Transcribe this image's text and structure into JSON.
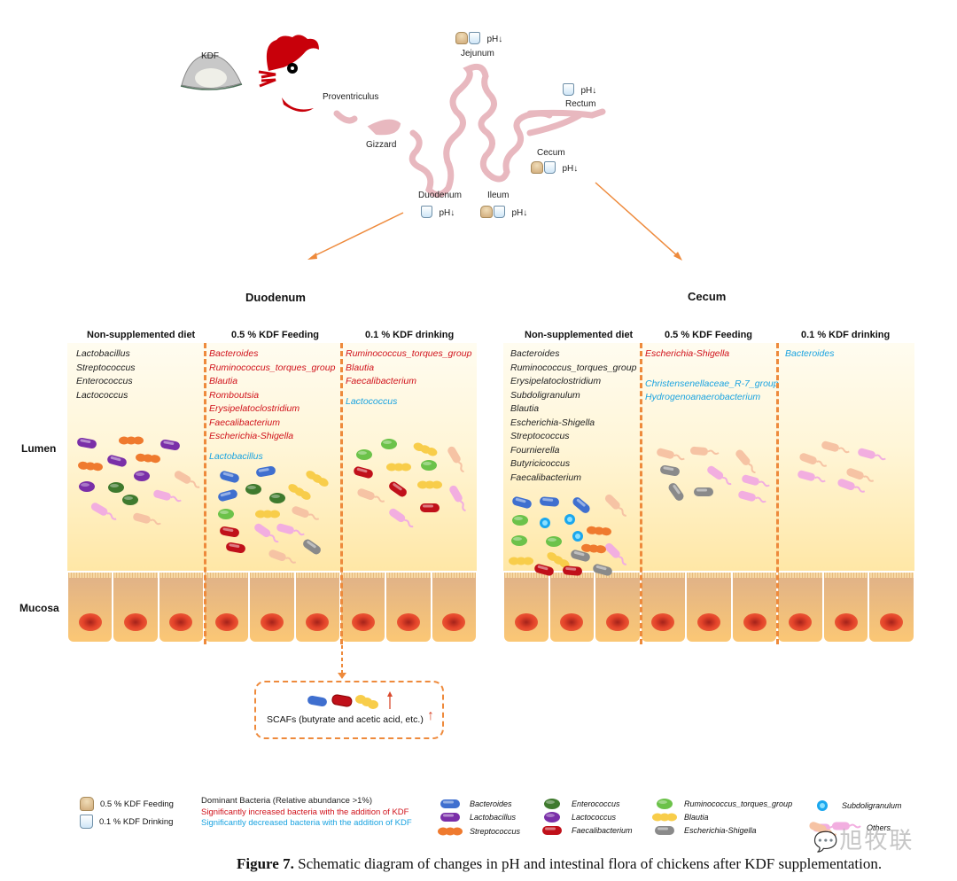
{
  "top": {
    "kdf_label": "KDF",
    "organs": {
      "proventriculus": "Proventriculus",
      "gizzard": "Gizzard",
      "jejunum": "Jejunum",
      "rectum": "Rectum",
      "cecum": "Cecum",
      "duodenum": "Duodenum",
      "ileum": "Ileum"
    },
    "ph_label": "pH",
    "ph_arrow": "↓",
    "ph_markers": [
      {
        "organ": "Jejunum",
        "feeding": true,
        "drinking": true,
        "change": "decrease"
      },
      {
        "organ": "Rectum",
        "feeding": false,
        "drinking": true,
        "change": "decrease"
      },
      {
        "organ": "Cecum",
        "feeding": true,
        "drinking": true,
        "change": "decrease"
      },
      {
        "organ": "Duodenum",
        "feeding": false,
        "drinking": true,
        "change": "decrease"
      },
      {
        "organ": "Ileum",
        "feeding": true,
        "drinking": true,
        "change": "decrease"
      }
    ]
  },
  "panels": {
    "side_labels": {
      "lumen": "Lumen",
      "mucosa": "Mucosa"
    },
    "duodenum": {
      "title": "Duodenum",
      "columns": [
        {
          "title": "Non-supplemented diet",
          "species": [
            {
              "name": "Lactobacillus",
              "type": "dominant"
            },
            {
              "name": "Streptococcus",
              "type": "dominant"
            },
            {
              "name": "Enterococcus",
              "type": "dominant"
            },
            {
              "name": "Lactococcus",
              "type": "dominant"
            }
          ]
        },
        {
          "title": "0.5 % KDF Feeding",
          "species": [
            {
              "name": "Bacteroides",
              "type": "increased"
            },
            {
              "name": "Ruminococcus_torques_group",
              "type": "increased"
            },
            {
              "name": "Blautia",
              "type": "increased"
            },
            {
              "name": "Romboutsia",
              "type": "increased"
            },
            {
              "name": "Erysipelatoclostridium",
              "type": "increased"
            },
            {
              "name": "Faecalibacterium",
              "type": "increased"
            },
            {
              "name": "Escherichia-Shigella",
              "type": "increased"
            },
            {
              "name": "Lactobacillus",
              "type": "decreased"
            }
          ]
        },
        {
          "title": "0.1 % KDF drinking",
          "species": [
            {
              "name": "Ruminococcus_torques_group",
              "type": "increased"
            },
            {
              "name": "Blautia",
              "type": "increased"
            },
            {
              "name": "Faecalibacterium",
              "type": "increased"
            },
            {
              "name": "Lactococcus",
              "type": "decreased"
            }
          ]
        }
      ]
    },
    "cecum": {
      "title": "Cecum",
      "columns": [
        {
          "title": "Non-supplemented diet",
          "species": [
            {
              "name": "Bacteroides",
              "type": "dominant"
            },
            {
              "name": "Ruminococcus_torques_group",
              "type": "dominant"
            },
            {
              "name": "Erysipelatoclostridium",
              "type": "dominant"
            },
            {
              "name": "Subdoligranulum",
              "type": "dominant"
            },
            {
              "name": "Blautia",
              "type": "dominant"
            },
            {
              "name": "Escherichia-Shigella",
              "type": "dominant"
            },
            {
              "name": "Streptococcus",
              "type": "dominant"
            },
            {
              "name": "Fournierella",
              "type": "dominant"
            },
            {
              "name": "Butyricicoccus",
              "type": "dominant"
            },
            {
              "name": "Faecalibacterium",
              "type": "dominant"
            }
          ]
        },
        {
          "title": "0.5 % KDF Feeding",
          "species": [
            {
              "name": "Escherichia-Shigella",
              "type": "increased"
            },
            {
              "name": "Christensenellaceae_R-7_group",
              "type": "decreased"
            },
            {
              "name": "Hydrogenoanaerobacterium",
              "type": "decreased"
            }
          ]
        },
        {
          "title": "0.1 % KDF drinking",
          "species": [
            {
              "name": "Bacteroides",
              "type": "decreased"
            }
          ]
        }
      ]
    },
    "scfa_box": {
      "text": "SCAFs (butyrate and acetic acid, etc.)",
      "arrow": "↑"
    }
  },
  "legend": {
    "treatments": [
      {
        "icon": "feed-bag-icon",
        "label": "0.5 % KDF Feeding"
      },
      {
        "icon": "water-cup-icon",
        "label": "0.1 % KDF Drinking"
      }
    ],
    "text_colors": [
      {
        "label": "Dominant Bacteria (Relative abundance >1%)",
        "color": "#222222"
      },
      {
        "label": "Significantly increased bacteria with the addition of KDF",
        "color": "#d0121b"
      },
      {
        "label": "Significantly decreased bacteria with the addition of KDF",
        "color": "#1aa3e0"
      }
    ],
    "bacteria": [
      {
        "name": "Bacteroides",
        "shape": "rod",
        "color": "#3f6fcf"
      },
      {
        "name": "Lactobacillus",
        "shape": "rod",
        "color": "#7a2fa8"
      },
      {
        "name": "Streptococcus",
        "shape": "chain",
        "color": "#ef7a2e"
      },
      {
        "name": "Enterococcus",
        "shape": "oval",
        "color": "#3f7a2e"
      },
      {
        "name": "Lactococcus",
        "shape": "oval",
        "color": "#7a2fa8"
      },
      {
        "name": "Faecalibacterium",
        "shape": "rod",
        "color": "#c0101a"
      },
      {
        "name": "Ruminococcus_torques_group",
        "shape": "oval",
        "color": "#6cc24a"
      },
      {
        "name": "Blautia",
        "shape": "chain",
        "color": "#f8cd4a"
      },
      {
        "name": "Escherichia-Shigella",
        "shape": "rod",
        "color": "#8a8a8a"
      },
      {
        "name": "Subdoligranulum",
        "shape": "dot",
        "color": "#1aa7ee"
      },
      {
        "name": "Others",
        "shape": "flagellated",
        "color": "#f2aee0"
      }
    ]
  },
  "colors": {
    "dominant": "#222222",
    "increased": "#d0121b",
    "decreased": "#1aa3e0",
    "accent_orange": "#ee8a3c",
    "gut": "#e8b8bf",
    "comb": "#c8000a"
  },
  "watermark": "旭牧联",
  "caption": {
    "bold": "Figure 7.",
    "text": " Schematic diagram of changes in pH and intestinal flora of chickens after KDF supplementation."
  }
}
